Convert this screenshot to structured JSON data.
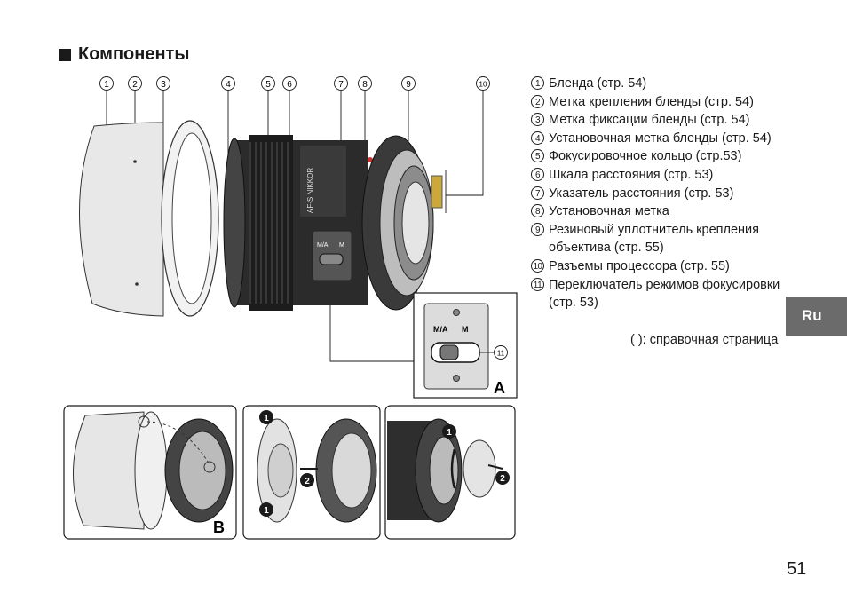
{
  "heading": "Компоненты",
  "callout_numbers": [
    "1",
    "2",
    "3",
    "4",
    "5",
    "6",
    "7",
    "8",
    "9",
    "10"
  ],
  "switch_labels": {
    "ma": "M/A",
    "m": "M",
    "callout": "11"
  },
  "inset_labels": {
    "a": "A",
    "b": "B"
  },
  "step_numbers": {
    "one": "1",
    "two": "2"
  },
  "lens_marking": "AF-S NIKKOR",
  "parts": [
    {
      "num": "1",
      "text": "Бленда (стр. 54)"
    },
    {
      "num": "2",
      "text": "Метка крепления бленды (стр. 54)"
    },
    {
      "num": "3",
      "text": "Метка фиксации бленды (стр. 54)"
    },
    {
      "num": "4",
      "text": "Установочная метка бленды (стр. 54)"
    },
    {
      "num": "5",
      "text": "Фокусировочное кольцо (стр.53)"
    },
    {
      "num": "6",
      "text": "Шкала расстояния (стр. 53)"
    },
    {
      "num": "7",
      "text": "Указатель расстояния (стр. 53)"
    },
    {
      "num": "8",
      "text": "Установочная метка"
    },
    {
      "num": "9",
      "text": "Резиновый уплотнитель крепления объектива (стр. 55)"
    },
    {
      "num": "10",
      "text": "Разъемы процессора (стр. 55)"
    },
    {
      "num": "11",
      "text": "Переключатель режимов фокусировки (стр. 53)"
    }
  ],
  "reference_note": "(  ): справочная страница",
  "language_tab": "Ru",
  "page_number": "51"
}
